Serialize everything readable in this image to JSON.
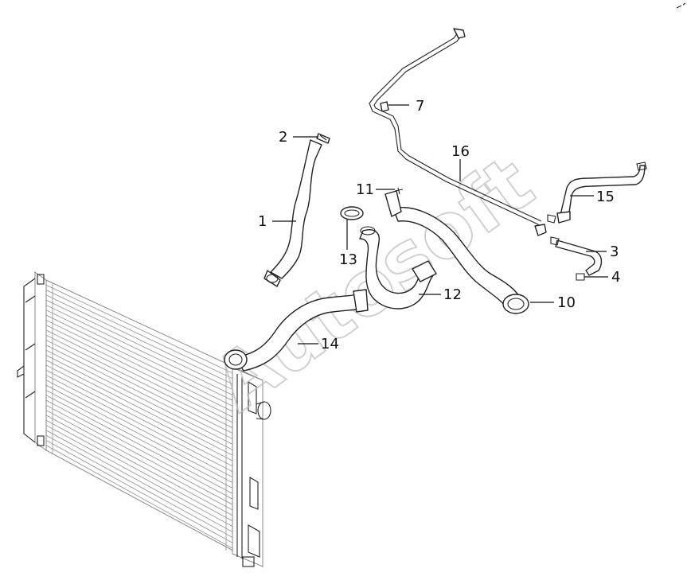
{
  "diagram": {
    "watermark": "Autosoft",
    "callouts": [
      {
        "id": "part-1",
        "label": "1"
      },
      {
        "id": "part-2",
        "label": "2"
      },
      {
        "id": "part-3",
        "label": "3"
      },
      {
        "id": "part-4",
        "label": "4"
      },
      {
        "id": "part-7",
        "label": "7"
      },
      {
        "id": "part-10",
        "label": "10"
      },
      {
        "id": "part-11",
        "label": "11"
      },
      {
        "id": "part-12",
        "label": "12"
      },
      {
        "id": "part-13",
        "label": "13"
      },
      {
        "id": "part-14",
        "label": "14"
      },
      {
        "id": "part-15",
        "label": "15"
      },
      {
        "id": "part-16",
        "label": "16"
      }
    ]
  }
}
